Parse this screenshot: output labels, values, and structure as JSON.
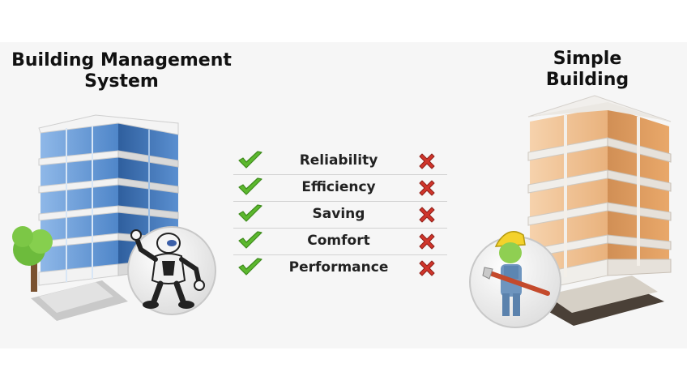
{
  "left_title": [
    "Building Management",
    "System"
  ],
  "right_title": [
    "Simple",
    "Building"
  ],
  "features": [
    {
      "label": "Reliability"
    },
    {
      "label": "Efficiency"
    },
    {
      "label": "Saving"
    },
    {
      "label": "Comfort"
    },
    {
      "label": "Performance"
    }
  ],
  "icons": {
    "positive": "check-icon",
    "negative": "cross-icon"
  },
  "colors": {
    "check": "#5cb82e",
    "cross": "#d0352b",
    "glass": "#4f86c9",
    "brick": "#e9b27d"
  }
}
